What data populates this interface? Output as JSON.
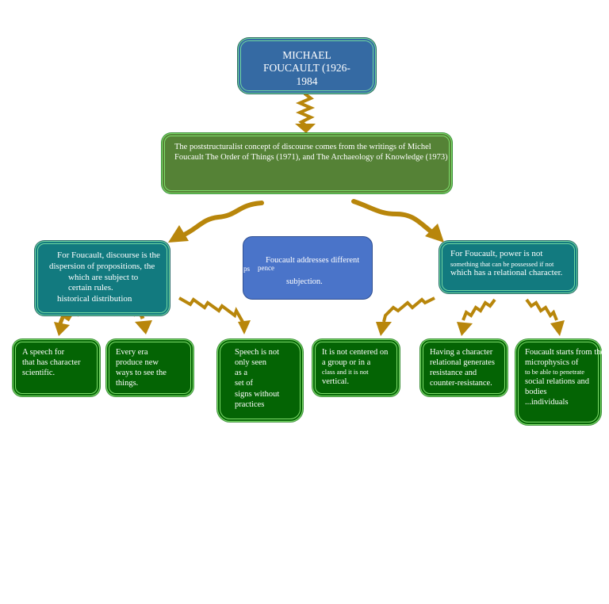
{
  "title": [
    "MICHAEL",
    "FOUCAULT (1926-",
    "1984"
  ],
  "concept": [
    "The poststructuralist concept of discourse comes from the writings of Michel",
    "Foucault The Order of Things (1971), and The Archaeology of Knowledge (1973)"
  ],
  "left_box": [
    "For Foucault, discourse is the",
    "dispersion of propositions, the",
    "which are subject to",
    "certain rules.",
    "historical distribution"
  ],
  "center_box": {
    "line1": "Foucault addresses different",
    "frag_a": "ps",
    "frag_b": "pence",
    "line3": "subjection."
  },
  "right_box": [
    "For Foucault, power is not",
    "something that can be possessed if not",
    "which has a relational character."
  ],
  "leaves": {
    "leaf1": [
      "A speech for",
      "that has character",
      "scientific."
    ],
    "leaf2": [
      "Every era",
      "produce new",
      "ways to see the",
      "things."
    ],
    "leaf3": [
      "Speech is not",
      "only seen",
      "as a",
      "set of",
      "signs without",
      "practices"
    ],
    "leaf4": [
      "It is not centered on",
      "a group or in a",
      "class and it is not",
      "vertical."
    ],
    "leaf5": [
      "Having a character",
      "relational  generates",
      "resistance and",
      "counter-resistance."
    ],
    "leaf6": [
      "Foucault starts from the",
      "microphysics of",
      "to be able to penetrate",
      "social relations and",
      "bodies",
      "...individuals"
    ]
  },
  "colors": {
    "title_fill": "#356aa3",
    "concept_fill": "#558236",
    "teal_fill": "#127a7f",
    "center_fill": "#4a74c9",
    "leaf_fill": "#046404",
    "arrow": "#b8860b",
    "border_green": "#7ddc6a"
  }
}
